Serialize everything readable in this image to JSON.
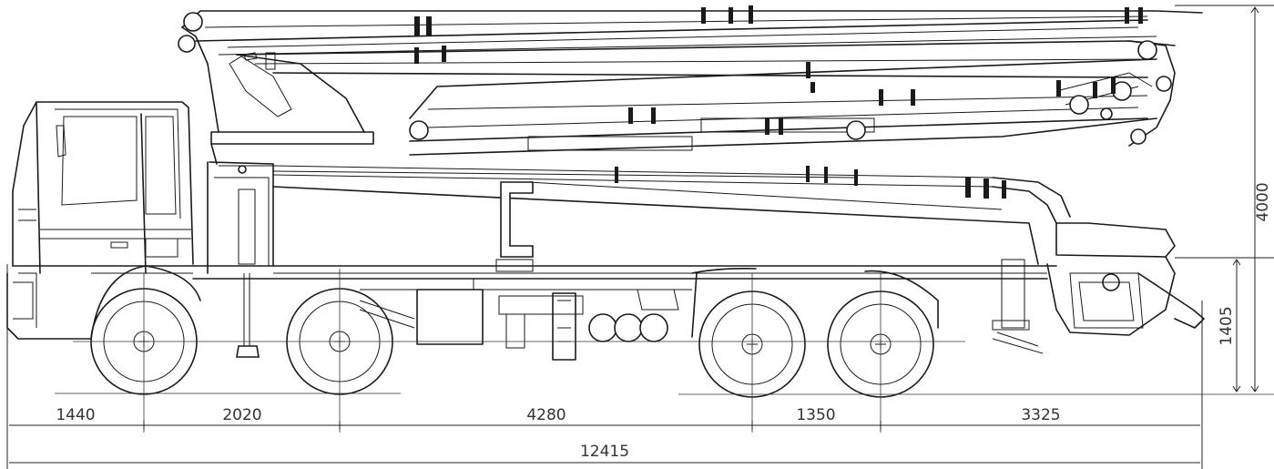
{
  "dimensions": {
    "bottom": [
      {
        "label": "1440"
      },
      {
        "label": "2020"
      },
      {
        "label": "4280"
      },
      {
        "label": "1350"
      },
      {
        "label": "3325"
      }
    ],
    "overall_length": "12415",
    "total_height": "4000",
    "rear_height": "1405"
  }
}
